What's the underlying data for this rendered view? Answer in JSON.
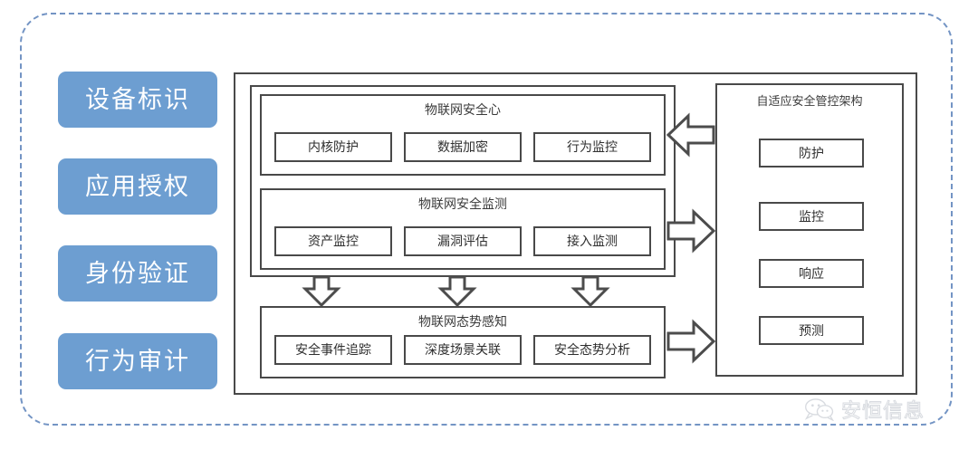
{
  "diagram": {
    "title_hidden": "",
    "sidebar": {
      "items": [
        {
          "label": "设备标识"
        },
        {
          "label": "应用授权"
        },
        {
          "label": "身份验证"
        },
        {
          "label": "行为审计"
        }
      ]
    },
    "groups": [
      {
        "title": "物联网安全心",
        "items": [
          "内核防护",
          "数据加密",
          "行为监控"
        ]
      },
      {
        "title": "物联网安全监测",
        "items": [
          "资产监控",
          "漏洞评估",
          "接入监测"
        ]
      },
      {
        "title": "物联网态势感知",
        "items": [
          "安全事件追踪",
          "深度场景关联",
          "安全态势分析"
        ]
      }
    ],
    "right_panel": {
      "title": "自适应安全管控架构",
      "items": [
        "防护",
        "监控",
        "响应",
        "预测"
      ]
    },
    "arrows": [
      {
        "name": "arrow-left-to-core",
        "direction": "left"
      },
      {
        "name": "arrow-right-from-monitor",
        "direction": "right"
      },
      {
        "name": "arrow-right-from-awareness",
        "direction": "right"
      },
      {
        "name": "arrow-down-1",
        "direction": "down"
      },
      {
        "name": "arrow-down-2",
        "direction": "down"
      },
      {
        "name": "arrow-down-3",
        "direction": "down"
      }
    ],
    "watermark": {
      "text": "安恒信息",
      "icon": "wechat-icon"
    },
    "colors": {
      "pill_blue": "#6d9ed1",
      "frame_blue": "#7394c4",
      "box_border": "#494949",
      "text_dark": "#2f2f2f",
      "background": "#ffffff"
    }
  }
}
